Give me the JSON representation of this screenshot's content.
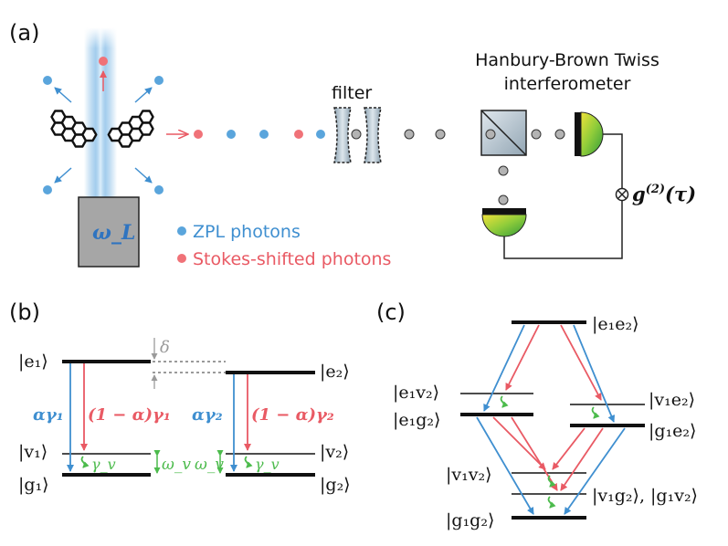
{
  "panel_a": {
    "label": "(a)",
    "laser_label": "ω_L",
    "filter_label": "filter",
    "hbt_line1": "Hanbury-Brown Twiss",
    "hbt_line2": "interferometer",
    "g2_main": "g",
    "g2_sup": "(2)",
    "g2_arg": "(τ)",
    "legend": [
      {
        "label": "ZPL photons",
        "color": "#5aa5dc"
      },
      {
        "label": "Stokes-shifted photons",
        "color": "#f07278"
      }
    ]
  },
  "panel_b": {
    "label": "(b)",
    "e1": "|e₁⟩",
    "v1": "|v₁⟩",
    "g1": "|g₁⟩",
    "e2": "|e₂⟩",
    "v2": "|v₂⟩",
    "g2": "|g₂⟩",
    "delta": "δ",
    "rate_zpl_1": "αγ₁",
    "rate_stokes_1": "(1 − α)γ₁",
    "rate_zpl_2": "αγ₂",
    "rate_stokes_2": "(1 − α)γ₂",
    "gamma_v": "γ_v",
    "omega_v": "ω_v"
  },
  "panel_c": {
    "label": "(c)",
    "e1e2": "|e₁e₂⟩",
    "e1v2": "|e₁v₂⟩",
    "e1g2": "|e₁g₂⟩",
    "v1e2": "|v₁e₂⟩",
    "g1e2": "|g₁e₂⟩",
    "v1v2": "|v₁v₂⟩",
    "v1g2_g1v2": "|v₁g₂⟩, |g₁v₂⟩",
    "g1g2": "|g₁g₂⟩"
  },
  "colors": {
    "zpl": "#5aa5dc",
    "stokes": "#f07278",
    "vib": "#4cbb4c",
    "grey": "#9a9a9a",
    "zpl_text": "#3f8fd0",
    "stokes_text": "#e95a64"
  }
}
